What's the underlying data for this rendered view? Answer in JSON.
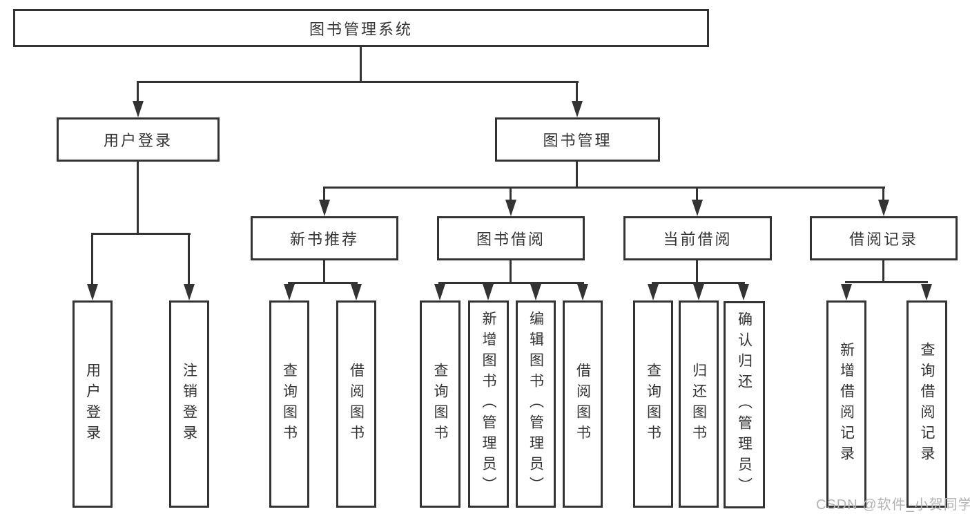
{
  "tree": {
    "root": "图书管理系统",
    "level2": {
      "user_login": "用户登录",
      "book_mgmt": "图书管理"
    },
    "level3": {
      "new_books": "新书推荐",
      "borrowing": "图书借阅",
      "current": "当前借阅",
      "records": "借阅记录"
    },
    "leaves": {
      "user_login": [
        "用户登录",
        "注销登录"
      ],
      "new_books": [
        "查询图书",
        "借阅图书"
      ],
      "borrowing": [
        "查询图书",
        "新增图书（管理员）",
        "编辑图书（管理员）",
        "借阅图书"
      ],
      "current": [
        "查询图书",
        "归还图书",
        "确认归还（管理员）"
      ],
      "records": [
        "新增借阅记录",
        "查询借阅记录"
      ]
    }
  },
  "watermark": "CSDN @软件_小贺同学",
  "colors": {
    "line": "#333333",
    "text": "#333333",
    "watermark": "#b3b3b3",
    "background": "#ffffff"
  }
}
